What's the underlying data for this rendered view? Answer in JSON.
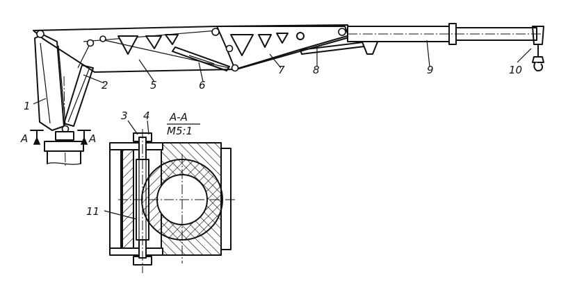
{
  "part_numbers": [
    "1",
    "2",
    "3",
    "4",
    "5",
    "6",
    "7",
    "8",
    "9",
    "10",
    "11"
  ],
  "section": {
    "title": "A-A",
    "scale": "M5:1",
    "cut_marker": "A"
  }
}
